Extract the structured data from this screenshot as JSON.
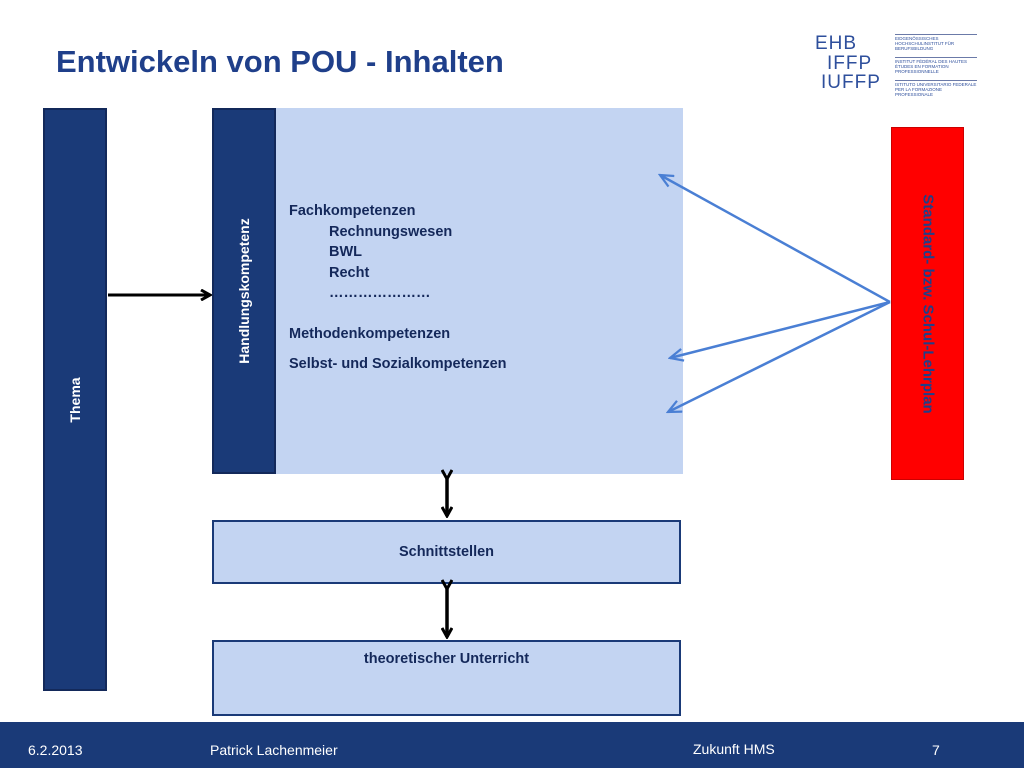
{
  "title": "Entwickeln von POU - Inhalten",
  "logo": {
    "letters": [
      "EHB",
      "IFFP",
      "IUFFP"
    ],
    "lines": [
      "EIDGENÖSSISCHES HOCHSCHULINSTITUT FÜR BERUFSBILDUNG",
      "INSTITUT FÉDÉRAL DES HAUTES ÉTUDES EN FORMATION PROFESSIONNELLE",
      "ISTITUTO UNIVERSITARIO FEDERALE PER LA FORMAZIONE PROFESSIONALE"
    ]
  },
  "diagram": {
    "thema_label": "Thema",
    "handlungskompetenz_label": "Handlungskompetenz",
    "competencies": {
      "fach": "Fachkompetenzen",
      "fach_items": [
        "Rechnungswesen",
        "BWL",
        "Recht",
        "…………………"
      ],
      "methoden": "Methodenkompetenzen",
      "selbst_sozial": "Selbst- und Sozialkompetenzen"
    },
    "schnittstellen": "Schnittstellen",
    "theoretischer_unterricht": "theoretischer Unterricht",
    "lehrplan_label": "Standard- bzw. Schul-Lehrplan"
  },
  "colors": {
    "navy": "#1a3a78",
    "light_blue": "#c3d4f2",
    "red": "#ff0000",
    "title_blue": "#1f3f8a",
    "arrow_blue": "#4a7fd4"
  },
  "footer": {
    "date": "6.2.2013",
    "author": "Patrick Lachenmeier",
    "event": "Zukunft HMS",
    "page": "7"
  }
}
